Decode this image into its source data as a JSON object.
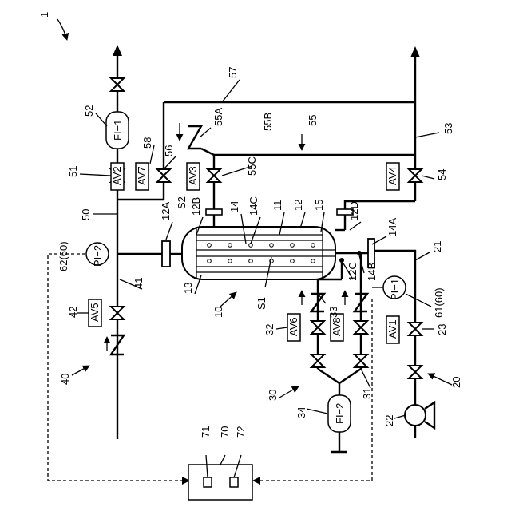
{
  "figure_ref": "1",
  "labels": {
    "l10": "10",
    "l11": "11",
    "l12": "12",
    "l12A": "12A",
    "l12B": "12B",
    "l12C": "12C",
    "l12D": "12D",
    "l13": "13",
    "l14": "14",
    "l14A": "14A",
    "l14B": "14B",
    "l14C": "14C",
    "l15": "15",
    "lS1": "S1",
    "lS2": "S2",
    "l20": "20",
    "l21": "21",
    "l22": "22",
    "l23": "23",
    "l30": "30",
    "l31": "31",
    "l32": "32",
    "l33": "33",
    "l34": "34",
    "l40": "40",
    "l41": "41",
    "l42": "42",
    "l50": "50",
    "l51": "51",
    "l52": "52",
    "l53": "53",
    "l54": "54",
    "l55": "55",
    "l55A": "55A",
    "l55B": "55B",
    "l55C": "55C",
    "l56": "56",
    "l57": "57",
    "l58": "58",
    "l61": "61(60)",
    "l62": "62(60)",
    "l70": "70",
    "l71": "71",
    "l72": "72"
  },
  "valve_boxes": {
    "av1": "AV1",
    "av2": "AV2",
    "av3": "AV3",
    "av4": "AV4",
    "av5": "AV5",
    "av6": "AV6",
    "av7": "AV7",
    "av8": "AV8"
  },
  "instruments": {
    "fi1": "FI−1",
    "fi2": "FI−2",
    "pi1": "PI−1",
    "pi2": "PI−2"
  }
}
